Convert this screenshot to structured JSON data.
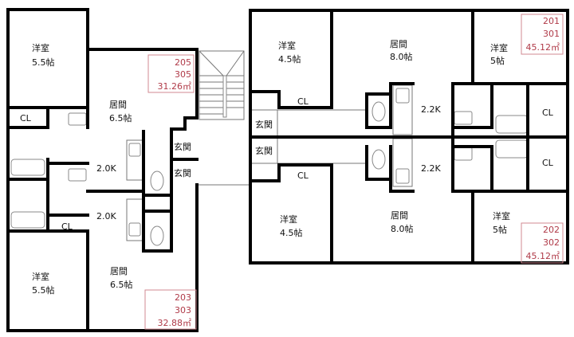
{
  "left_building": {
    "upper_unit": {
      "bedroom_name": "洋室",
      "bedroom_size": "5.5帖",
      "closet": "CL",
      "living_name": "居間",
      "living_size": "6.5帖",
      "kitchen": "2.0K",
      "entrance": "玄関",
      "unit_numbers": [
        "205",
        "305"
      ],
      "area": "31.26㎡"
    },
    "lower_unit": {
      "bedroom_name": "洋室",
      "bedroom_size": "5.5帖",
      "closet": "CL",
      "living_name": "居間",
      "living_size": "6.5帖",
      "kitchen": "2.0K",
      "entrance": "玄関",
      "unit_numbers": [
        "203",
        "303"
      ],
      "area": "32.88㎡"
    }
  },
  "right_building": {
    "upper_unit": {
      "bedroom1_name": "洋室",
      "bedroom1_size": "4.5帖",
      "closet1": "CL",
      "living_name": "居間",
      "living_size": "8.0帖",
      "kitchen": "2.2K",
      "bedroom2_name": "洋室",
      "bedroom2_size": "5帖",
      "closet2": "CL",
      "entrance": "玄関",
      "unit_numbers": [
        "201",
        "301"
      ],
      "area": "45.12㎡"
    },
    "lower_unit": {
      "bedroom1_name": "洋室",
      "bedroom1_size": "4.5帖",
      "closet1": "CL",
      "living_name": "居間",
      "living_size": "8.0帖",
      "kitchen": "2.2K",
      "bedroom2_name": "洋室",
      "bedroom2_size": "5帖",
      "closet2": "CL",
      "entrance": "玄関",
      "unit_numbers": [
        "202",
        "302"
      ],
      "area": "45.12㎡"
    }
  },
  "colors": {
    "wall": "#000000",
    "unit_label": "#b03a48"
  }
}
